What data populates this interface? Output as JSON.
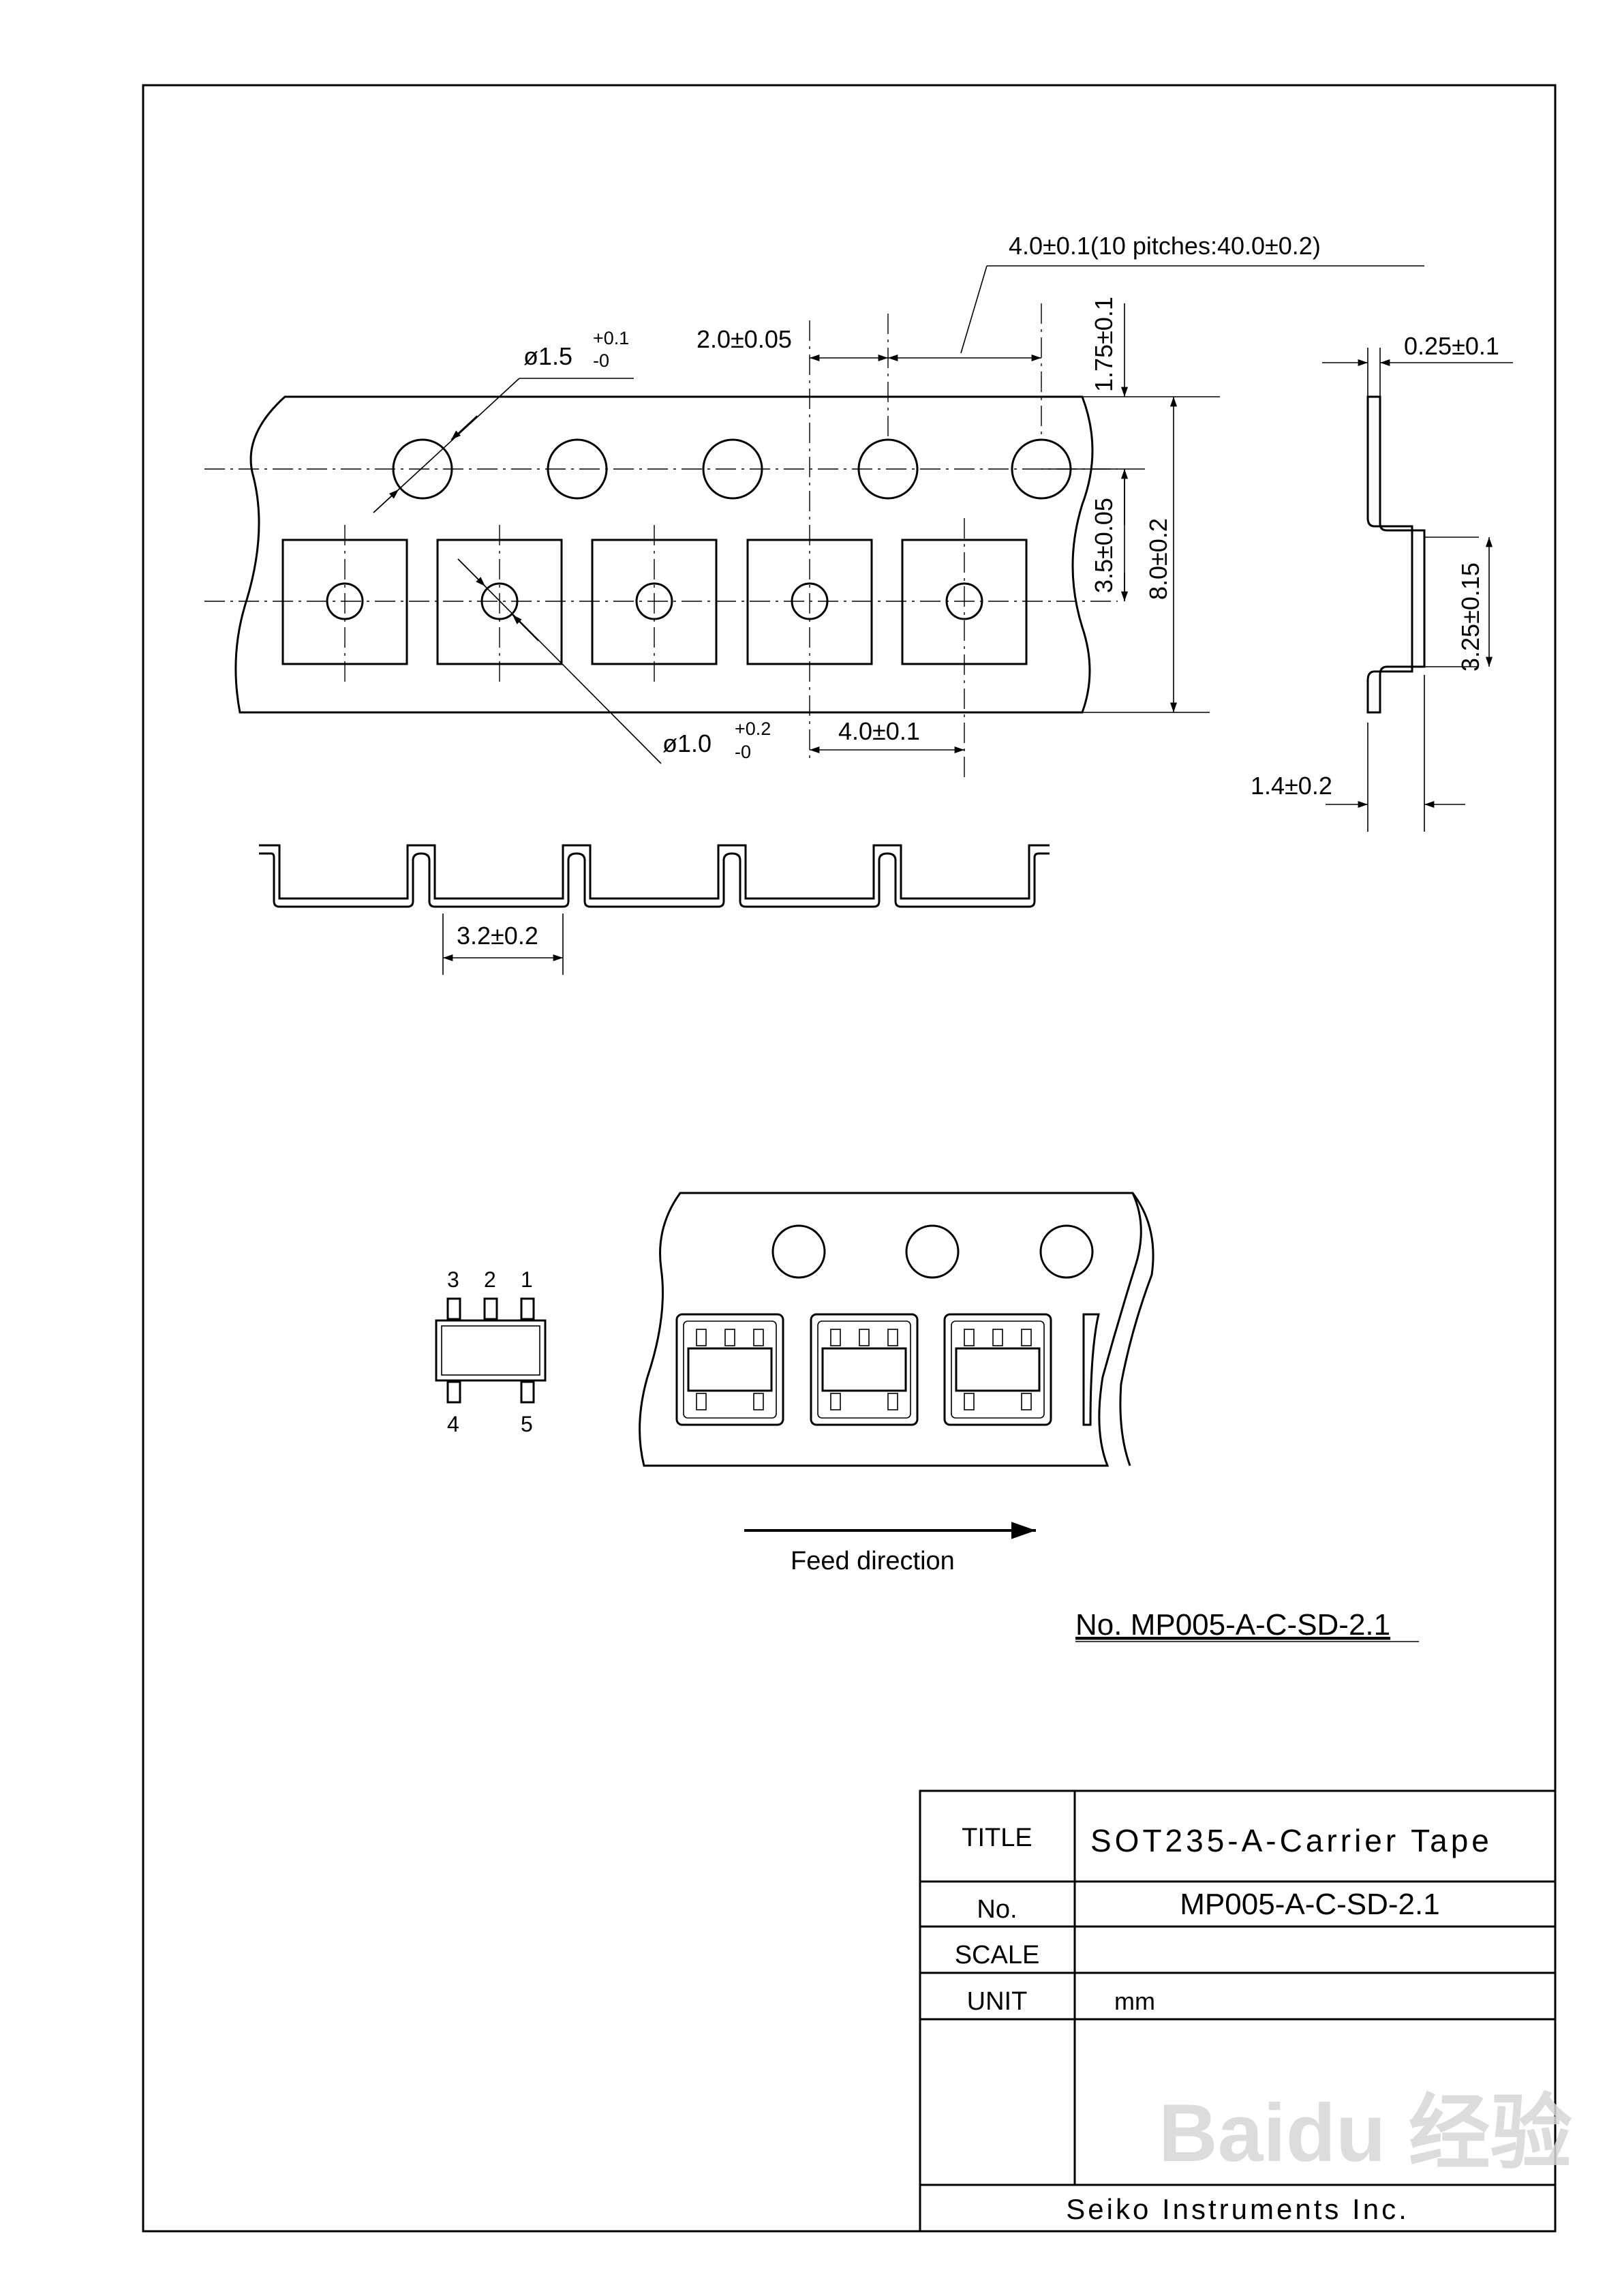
{
  "dimensions": {
    "pitch_total": "4.0±0.1(10 pitches:40.0±0.2)",
    "sprocket_dia": "ø1.5",
    "sprocket_tol_plus": "+0.1",
    "sprocket_tol_minus": "-0",
    "hole_to_pocket": "2.0±0.05",
    "edge_to_hole": "1.75±0.1",
    "hole_to_center": "3.5±0.05",
    "tape_width": "8.0±0.2",
    "tape_thickness": "0.25±0.1",
    "pocket_depth_span": "3.25±0.15",
    "pocket_hole_dia": "ø1.0",
    "pocket_hole_tol_plus": "+0.2",
    "pocket_hole_tol_minus": "-0",
    "pocket_pitch": "4.0±0.1",
    "pocket_height": "1.4±0.2",
    "pocket_width": "3.2±0.2"
  },
  "package": {
    "pins_top": [
      "3",
      "2",
      "1"
    ],
    "pins_bottom": [
      "4",
      "5"
    ]
  },
  "feed_direction": "Feed direction",
  "drawing_number": "No. MP005-A-C-SD-2.1",
  "title_block": {
    "title_label": "TITLE",
    "title_value": "SOT235-A-Carrier Tape",
    "no_label": "No.",
    "no_value": "MP005-A-C-SD-2.1",
    "scale_label": "SCALE",
    "scale_value": "",
    "unit_label": "UNIT",
    "unit_value": "mm",
    "company": "Seiko Instruments Inc."
  },
  "watermark": "Baidu 经验"
}
